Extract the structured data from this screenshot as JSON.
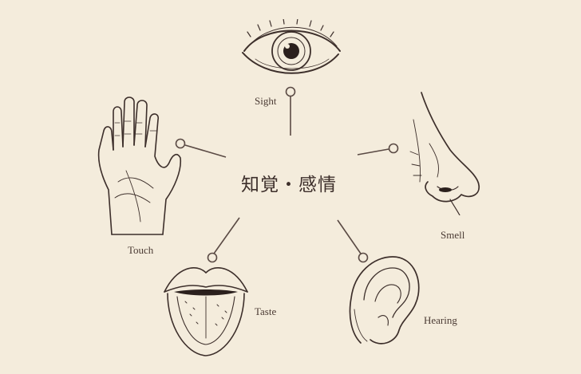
{
  "center": {
    "title": "知覚・感情"
  },
  "senses": [
    {
      "label": "Sight",
      "icon": "eye-illustration-icon"
    },
    {
      "label": "Smell",
      "icon": "nose-illustration-icon"
    },
    {
      "label": "Hearing",
      "icon": "ear-illustration-icon"
    },
    {
      "label": "Taste",
      "icon": "mouth-illustration-icon"
    },
    {
      "label": "Touch",
      "icon": "hand-illustration-icon"
    }
  ],
  "colors": {
    "background": "#f4ecdc",
    "ink": "#4a3a33",
    "line": "#5a4a44"
  }
}
